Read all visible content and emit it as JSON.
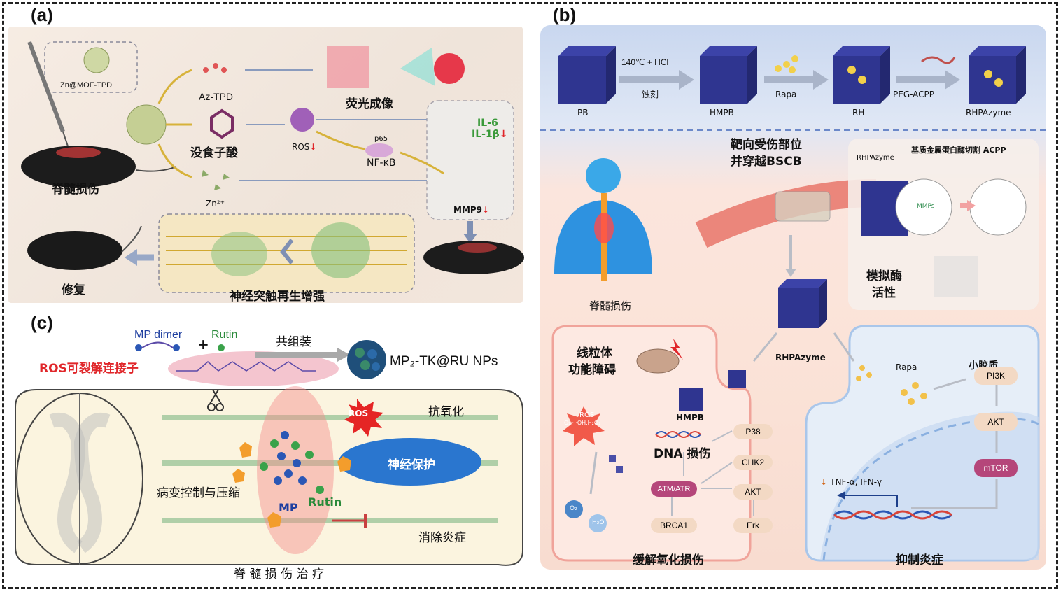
{
  "panels": {
    "a": {
      "letter": "(a)",
      "probe": "Zn@MOF-TPD",
      "injury": "脊髓损伤",
      "az_tpd": "Az-TPD",
      "gallic": "没食子酸",
      "zn": "Zn²⁺",
      "ros": "ROS",
      "p65": "p65",
      "nfkb": "NF-κB",
      "il6": "IL-6",
      "il1b": "IL-1β",
      "mmp9": "MMP9",
      "imaging": "荧光成像",
      "repair": "修复",
      "regen": "神经突触再生增强"
    },
    "b": {
      "letter": "(b)",
      "pb": "PB",
      "step1_top": "140℃ + HCl",
      "step1_bottom": "蚀刻",
      "hmpb": "HMPB",
      "rapa": "Rapa",
      "rh": "RH",
      "peg": "PEG-ACPP",
      "rhpazyme": "RHPAzyme",
      "target_line1": "靶向受伤部位",
      "target_line2": "并穿越BSCB",
      "mmp_cut": "基质金属蛋白酶切割 ACPP",
      "rhpazyme_small": "RHPAzyme",
      "mmps": "MMPs",
      "enzyme_line1": "模拟酶",
      "enzyme_line2": "活性",
      "injury": "脊髓损伤",
      "rhpazyme_mid": "RHPAzyme",
      "mito_line1": "线粒体",
      "mito_line2": "功能障碍",
      "hmpb_cell": "HMPB",
      "ros": "ROS",
      "ros_sub": "O₂⁻ ·OH,H₂O₂",
      "dna": "DNA 损伤",
      "p38": "P38",
      "chk2": "CHK2",
      "atm": "ATM/ATR",
      "akt1": "AKT",
      "brca1": "BRCA1",
      "erk": "Erk",
      "o2": "O₂",
      "h2o": "H₂O",
      "relieve": "缓解氧化损伤",
      "microglia": "小胶质",
      "rapa2": "Rapa",
      "pi3k": "PI3K",
      "akt2": "AKT",
      "mtor": "mTOR",
      "tnf": "TNF-α, IFN-γ",
      "inhibit": "抑制炎症"
    },
    "c": {
      "letter": "(c)",
      "mp_dimer": "MP dimer",
      "plus": "+",
      "rutin": "Rutin",
      "coassembly": "共组装",
      "nps": "MP₂-TK@RU NPs",
      "linker": "ROS可裂解连接子",
      "ros": "ROS",
      "antiox": "抗氧化",
      "neuroprotect": "神经保护",
      "lesion": "病变控制与压缩",
      "mp": "MP",
      "rutin2": "Rutin",
      "inflam": "消除炎症",
      "therapy": "脊 髓 损 伤 治 疗"
    }
  },
  "colors": {
    "cube": "#2f3590",
    "accent_red": "#e0262a",
    "arrow_grey": "#a9b4c9",
    "pill_fill": "#f3d9c4",
    "pill_purple": "#b5467a",
    "neuro_blue": "#2a76cf"
  }
}
